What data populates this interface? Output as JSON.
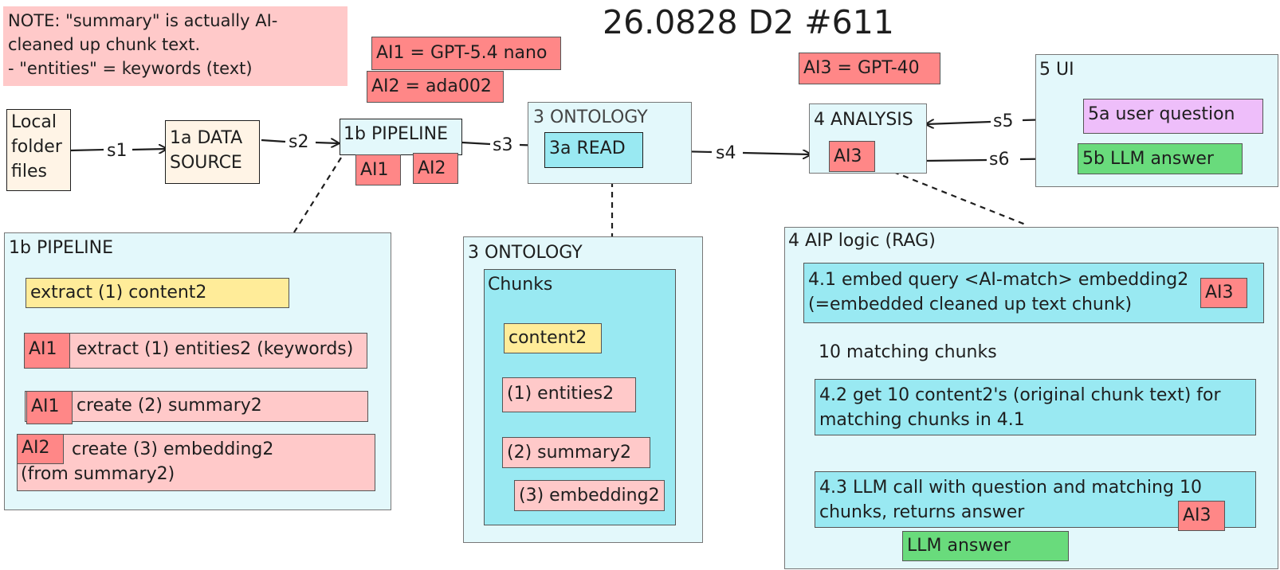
{
  "title": "26.0828 D2 #611",
  "note": "NOTE: \"summary\" is actually AI-\ncleaned up chunk text.\n- \"entities\" = keywords (text)",
  "models": {
    "ai1": "AI1 = GPT-5.4 nano",
    "ai2": "AI2 = ada002",
    "ai3": "AI3 = GPT-40"
  },
  "flow": {
    "local_folder": "Local\nfolder\nfiles",
    "data_source": "1a DATA\nSOURCE",
    "pipeline": "1b PIPELINE",
    "ai1_tag": "AI1",
    "ai2_tag": "AI2",
    "ontology": "3 ONTOLOGY",
    "read": "3a READ",
    "analysis": "4 ANALYSIS",
    "ai3_tag": "AI3",
    "ui": "5 UI",
    "user_question": "5a user question",
    "llm_answer": "5b LLM answer"
  },
  "edges": {
    "s1": "s1",
    "s2": "s2",
    "s3": "s3",
    "s4": "s4",
    "s5": "s5",
    "s6": "s6"
  },
  "pipeline_detail": {
    "title": "1b PIPELINE",
    "step1": "extract (1) content2",
    "step2_tag": "AI1",
    "step2": "extract (1) entities2 (keywords)",
    "step3_tag": "AI1",
    "step3": "create (2) summary2",
    "step4_tag": "AI2",
    "step4": "create (3) embedding2\n(from summary2)"
  },
  "ontology_detail": {
    "title": "3 ONTOLOGY",
    "chunks": "Chunks",
    "content2": "content2",
    "entities2": "(1) entities2",
    "summary2": "(2) summary2",
    "embedding2": "(3) embedding2"
  },
  "rag_detail": {
    "title": "4 AIP logic (RAG)",
    "step41": "4.1 embed query <AI-match> embedding2\n(=embedded cleaned up text chunk)",
    "step41_tag": "AI3",
    "matching": "10 matching chunks",
    "step42": "4.2 get 10 content2's (original chunk text) for\nmatching chunks in 4.1",
    "step43": "4.3 LLM call with question and matching 10\nchunks, returns answer",
    "step43_tag": "AI3",
    "answer": "LLM answer"
  },
  "colors": {
    "stroke": "#1e1e1e",
    "cream": "#fff4e6",
    "light_cyan": "#e3f8fb",
    "cyan": "#99e9f2",
    "red": "#ff8787",
    "pink": "#ffc9c9",
    "yellow": "#ffec99",
    "purple": "#eebefa",
    "green": "#69db7c"
  }
}
